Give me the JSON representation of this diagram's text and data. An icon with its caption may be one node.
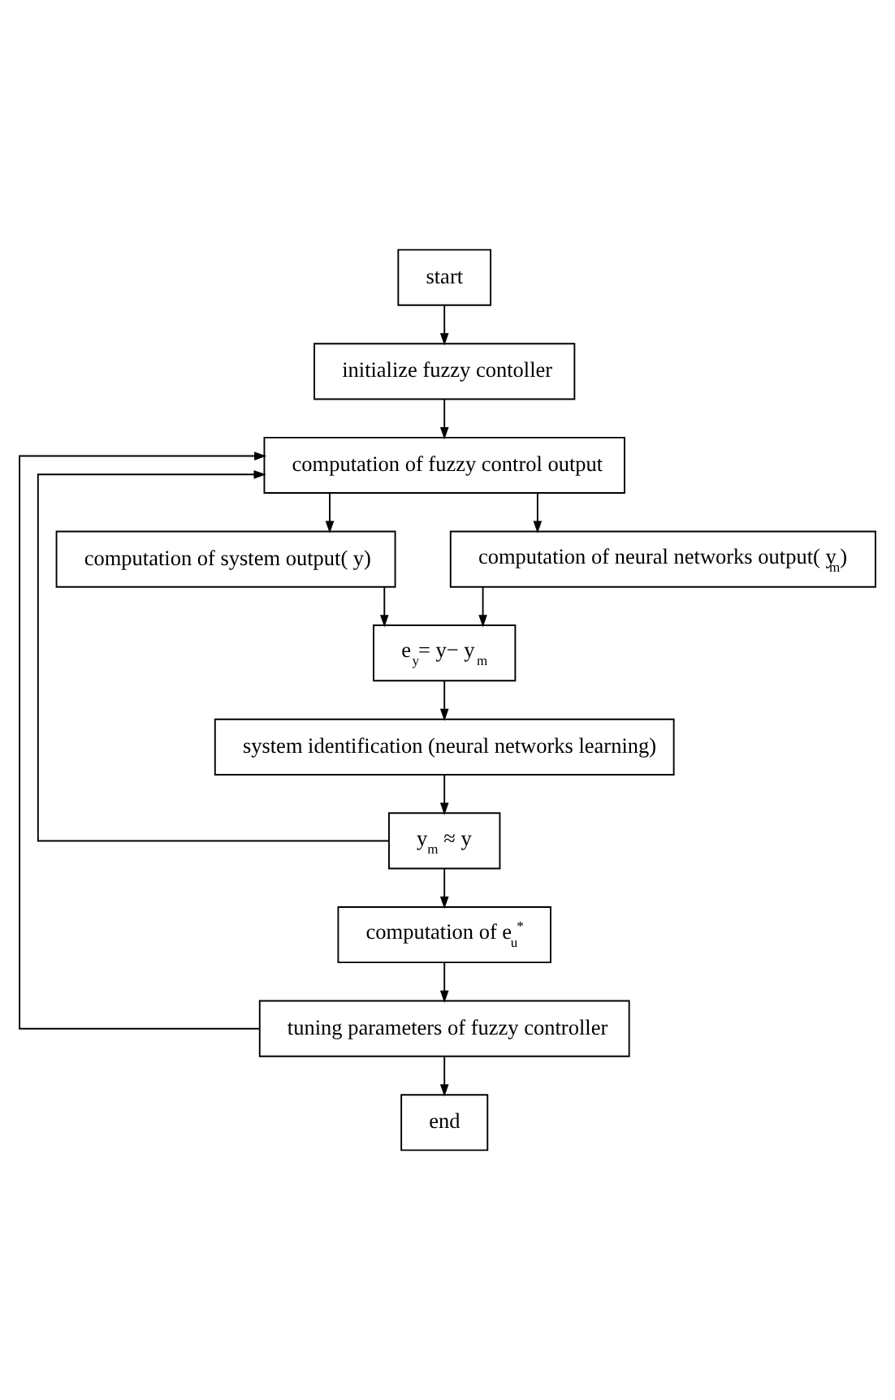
{
  "diagram": {
    "nodes": [
      {
        "text": [
          "start"
        ]
      },
      {
        "text": [
          "initialize fuzzy contoller"
        ]
      },
      {
        "text": [
          "computation of fuzzy control output"
        ]
      },
      {
        "text": [
          "computation of system output( y)"
        ]
      },
      {
        "text": [
          "computation of neural networks output( y$_{m}$)"
        ]
      },
      {
        "text": [
          "e$_{y}$= y− y$_{m}$"
        ]
      },
      {
        "text": [
          "system identification (neural networks learning)"
        ]
      },
      {
        "text": [
          "y$_{m}$ ≈ y"
        ]
      },
      {
        "text": [
          "computation of e$_{u}$$^{*}$"
        ]
      },
      {
        "text": [
          "tuning parameters of fuzzy controller"
        ]
      },
      {
        "text": [
          "end"
        ]
      }
    ],
    "edges": [
      {
        "from": 0,
        "to": 1,
        "arrow": "to"
      },
      {
        "from": 1,
        "to": 2,
        "arrow": "to"
      },
      {
        "from": 2,
        "to": 3,
        "arrow": "to"
      },
      {
        "from": 2,
        "to": 4,
        "arrow": "to"
      },
      {
        "from": 3,
        "to": 5,
        "arrow": "to"
      },
      {
        "from": 4,
        "to": 5,
        "arrow": "to"
      },
      {
        "from": 5,
        "to": 6,
        "arrow": "to"
      },
      {
        "from": 6,
        "to": 7,
        "arrow": "to"
      },
      {
        "from": 7,
        "to": 8,
        "arrow": "to"
      },
      {
        "from": 7,
        "to": 2,
        "arrow": "to"
      },
      {
        "from": 8,
        "to": 9,
        "arrow": "to"
      },
      {
        "from": 9,
        "to": 10,
        "arrow": "to"
      },
      {
        "from": 9,
        "to": 2,
        "arrow": "to"
      }
    ]
  }
}
